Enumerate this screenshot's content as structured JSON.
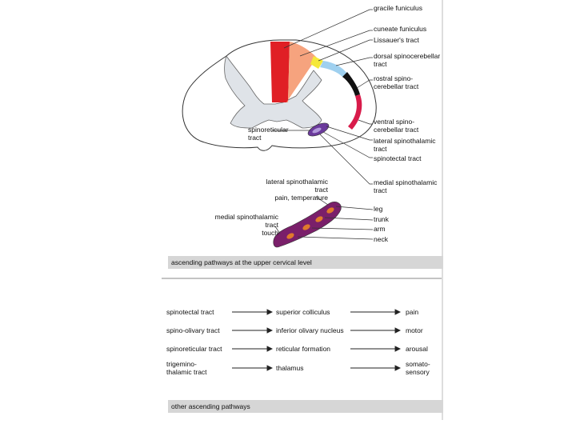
{
  "upper_labels": {
    "gracile": "gracile funiculus",
    "cuneate": "cuneate funiculus",
    "lissauer": "Lissauer's tract",
    "dorsal_sc": "dorsal spinocerebellar\ntract",
    "rostral_sc": "rostral spino-\ncerebellar tract",
    "ventral_sc": "ventral spino-\ncerebellar tract",
    "lateral_st": "lateral spinothalamic\ntract",
    "spinotectal": "spinotectal tract",
    "medial_st": "medial spinothalamic\ntract",
    "spinoreticular": "spinoreticular\ntract"
  },
  "detail_labels": {
    "lateral_st": "lateral spinothalamic\ntract\npain, temperature",
    "medial_st": "medial spinothalamic\ntract\ntouch",
    "somatotopy": [
      "leg",
      "trunk",
      "arm",
      "neck"
    ]
  },
  "captions": {
    "upper": "ascending pathways at the upper cervical level",
    "lower": "other ascending pathways"
  },
  "pathways": [
    {
      "tract": "spinotectal  tract",
      "target": "superior colliculus",
      "function": "pain"
    },
    {
      "tract": "spino-olivary  tract",
      "target": "inferior olivary nucleus",
      "function": "motor"
    },
    {
      "tract": "spinoreticular  tract",
      "target": "reticular formation",
      "function": "arousal"
    },
    {
      "tract": "trigemino-\nthalamic  tract",
      "target": "thalamus",
      "function": "somato-\nsensory"
    }
  ],
  "colors": {
    "gracile": "#e01f25",
    "cuneate": "#f6a37e",
    "lissauer": "#f5e83a",
    "dorsal_sc": "#9fd0ef",
    "rostral_sc": "#111111",
    "ventral_sc": "#d81b4a",
    "lateral_st": "#6b3a9c",
    "medial_st": "#7a1f6a",
    "grey_matter": "#dfe3e8",
    "caption_bg": "#d6d6d6",
    "somatotopy_spot": "#e07a2c"
  }
}
